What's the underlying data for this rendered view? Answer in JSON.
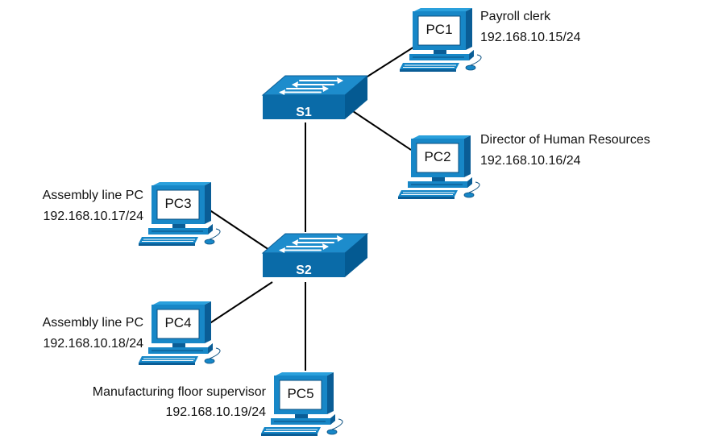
{
  "switches": [
    {
      "id": "S1",
      "label": "S1"
    },
    {
      "id": "S2",
      "label": "S2"
    }
  ],
  "hosts": [
    {
      "id": "PC1",
      "label": "PC1",
      "role": "Payroll clerk",
      "ip": "192.168.10.15/24"
    },
    {
      "id": "PC2",
      "label": "PC2",
      "role": "Director of Human Resources",
      "ip": "192.168.10.16/24"
    },
    {
      "id": "PC3",
      "label": "PC3",
      "role": "Assembly line PC",
      "ip": "192.168.10.17/24"
    },
    {
      "id": "PC4",
      "label": "PC4",
      "role": "Assembly line PC",
      "ip": "192.168.10.18/24"
    },
    {
      "id": "PC5",
      "label": "PC5",
      "role": "Manufacturing floor supervisor",
      "ip": "192.168.10.19/24"
    }
  ],
  "links": [
    [
      "S1",
      "PC1"
    ],
    [
      "S1",
      "PC2"
    ],
    [
      "S1",
      "S2"
    ],
    [
      "S2",
      "PC3"
    ],
    [
      "S2",
      "PC4"
    ],
    [
      "S2",
      "PC5"
    ]
  ],
  "colors": {
    "switch_top": "#1d8ccc",
    "switch_front": "#0a6ba8",
    "switch_side": "#045a92",
    "pc_blue": "#1787c7",
    "pc_dark": "#0a5d96",
    "line": "#000000"
  },
  "icons": {
    "switch": "workgroup-switch-icon",
    "pc": "desktop-pc-icon"
  }
}
